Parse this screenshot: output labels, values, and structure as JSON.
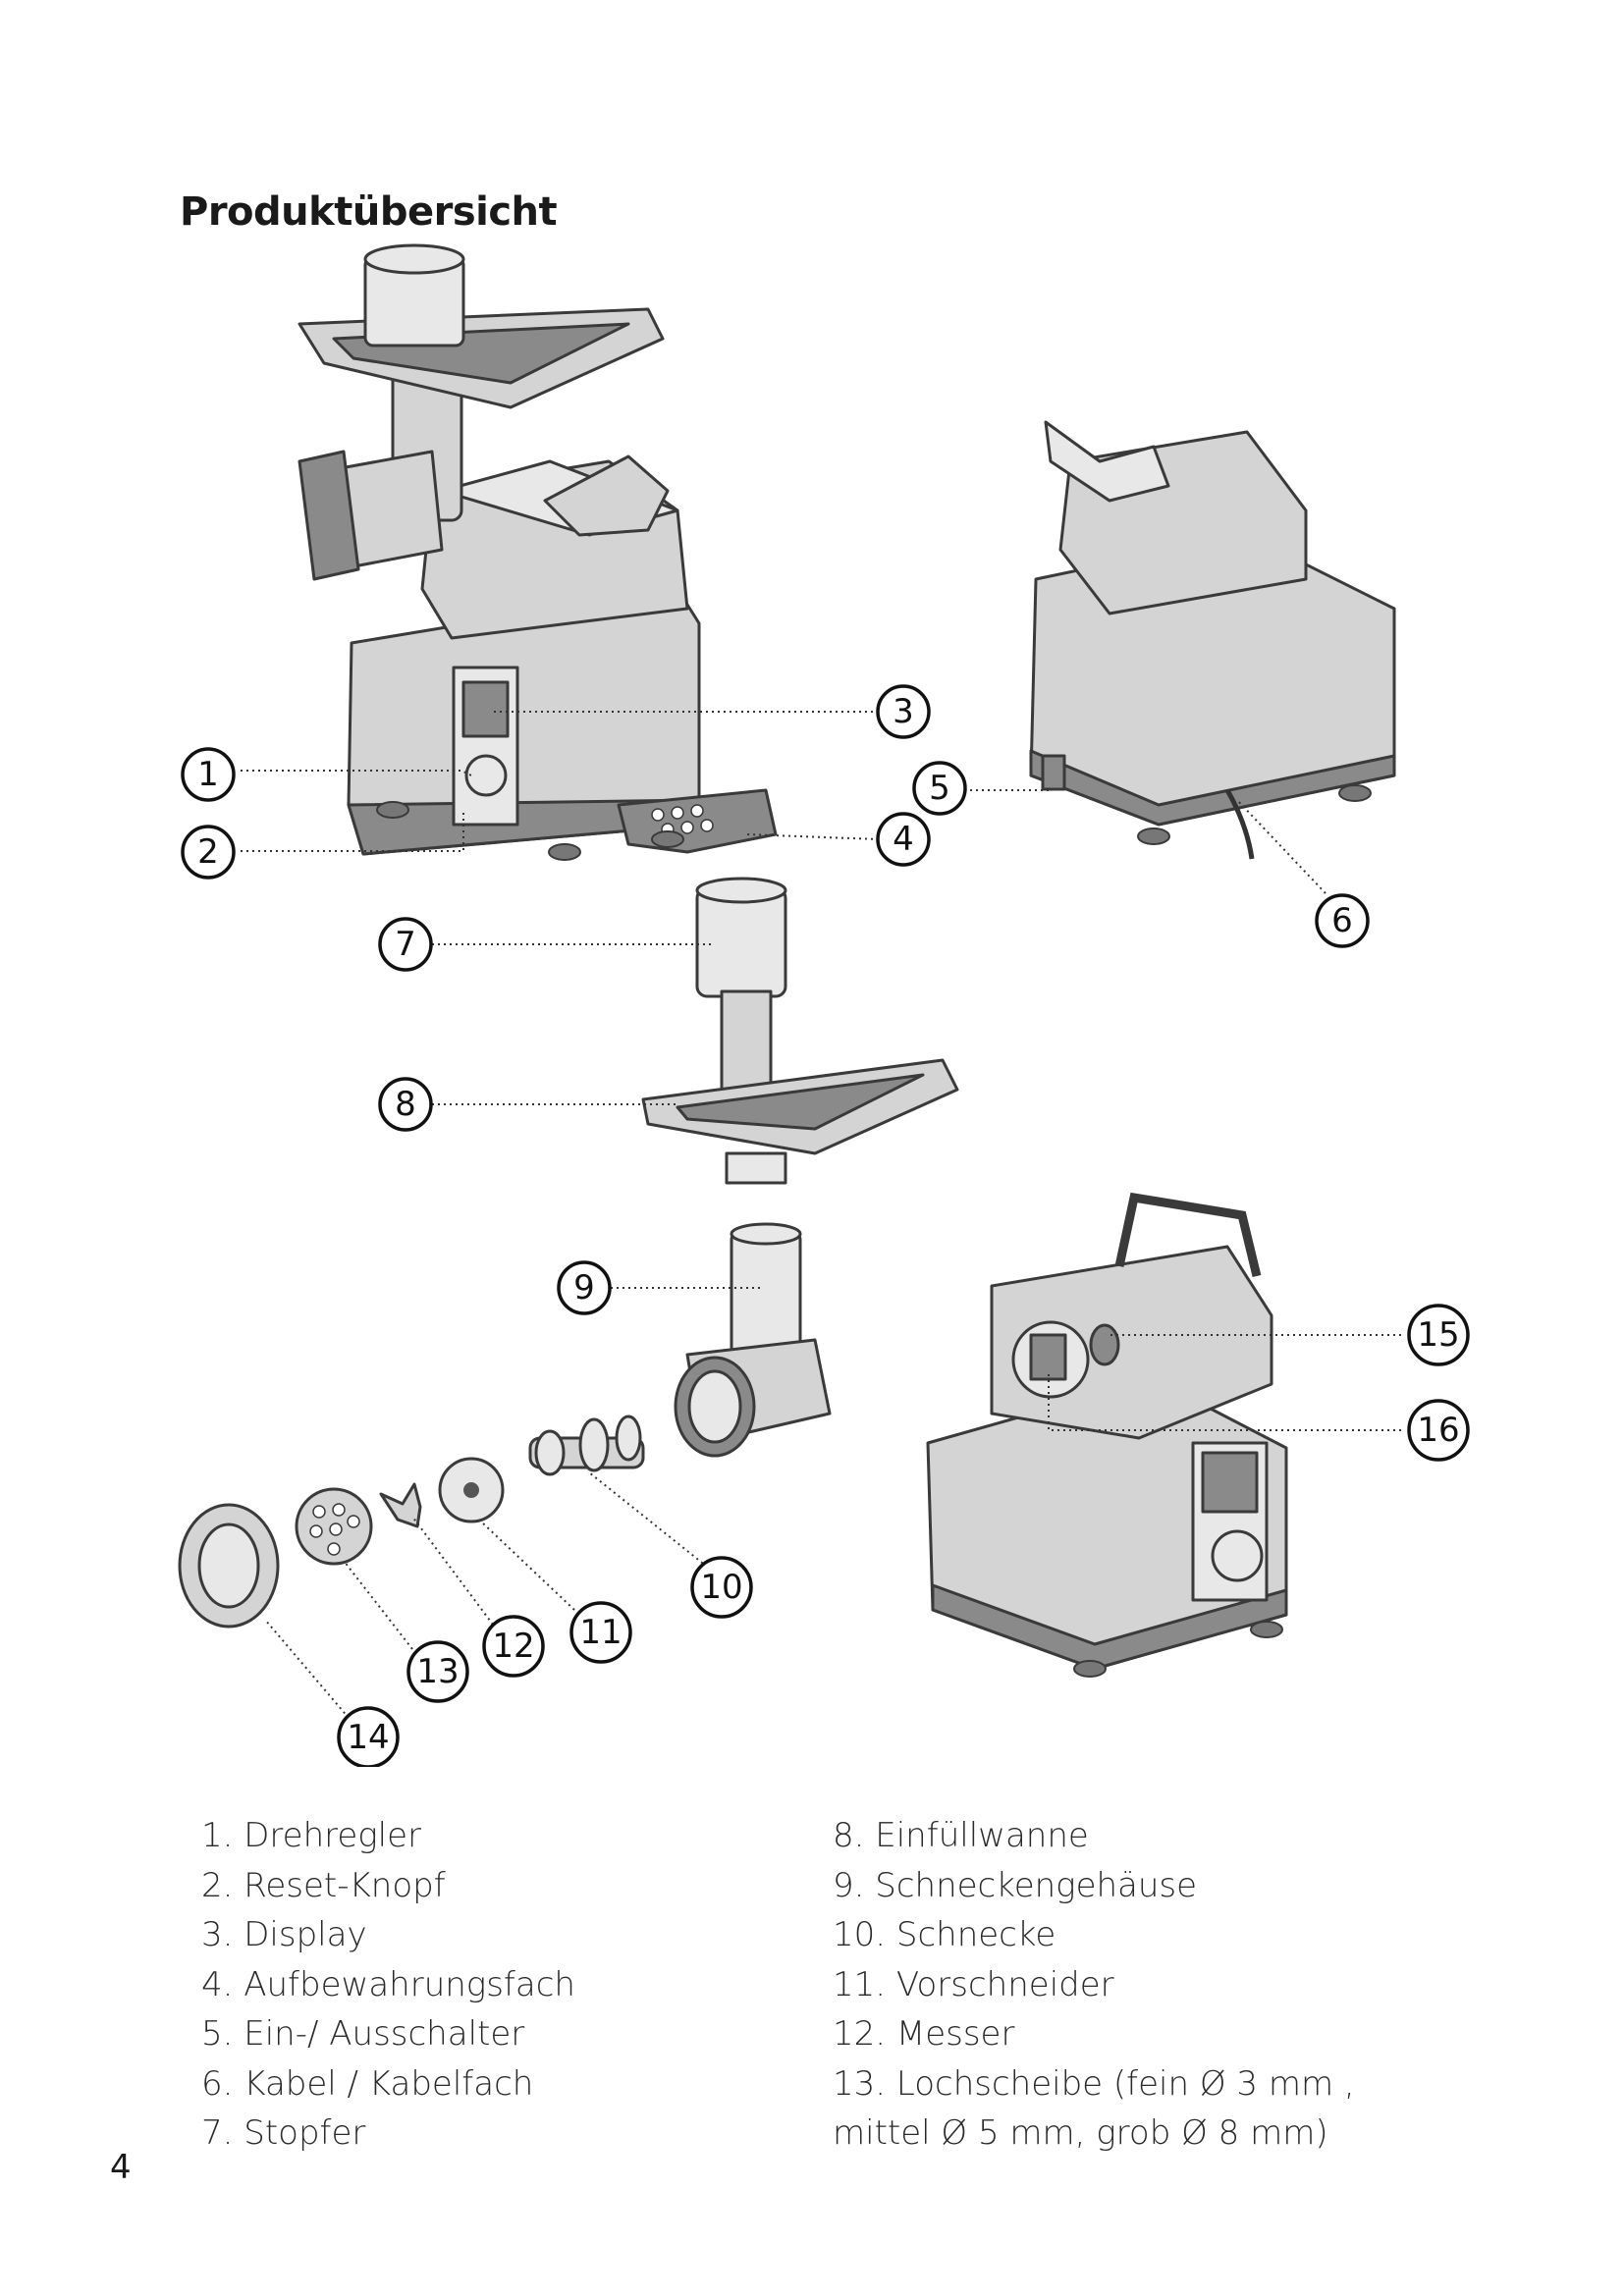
{
  "title": "Produktübersicht",
  "page_number": "4",
  "callouts": [
    "1",
    "2",
    "3",
    "4",
    "5",
    "6",
    "7",
    "8",
    "9",
    "10",
    "11",
    "12",
    "13",
    "14",
    "15",
    "16"
  ],
  "parts_left": [
    "1. Drehregler",
    "2. Reset-Knopf",
    "3. Display",
    "4. Aufbewahrungsfach",
    "5. Ein-/ Ausschalter",
    "6. Kabel / Kabelfach",
    "7. Stopfer"
  ],
  "parts_right": [
    "8. Einfüllwanne",
    "9. Schneckengehäuse",
    "10. Schnecke",
    "11. Vorschneider",
    "12. Messer",
    "13. Lochscheibe (fein Ø 3 mm ,",
    "mittel Ø 5 mm, grob Ø 8 mm)"
  ]
}
